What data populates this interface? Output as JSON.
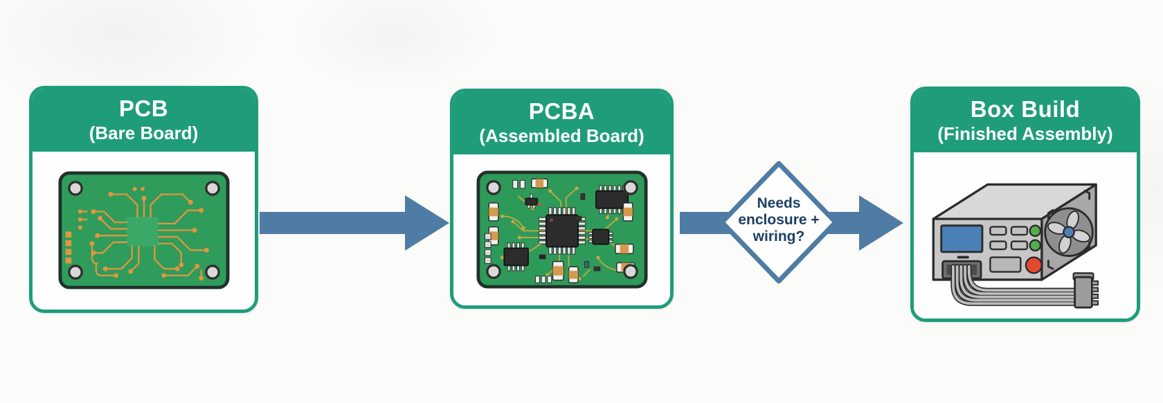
{
  "diagram": {
    "type": "process-flow",
    "colors": {
      "card_header_green": "#1f9d7b",
      "card_border_green": "#1f9d7b",
      "card_body_white": "#ffffff",
      "arrow_blue": "#4e7ca4",
      "diamond_border_blue": "#4e7ca4",
      "diamond_text_navy": "#1d3e63",
      "pcb_board_green": "#2f9c5b",
      "copper_trace_orange": "#e2953f",
      "pcba_trace_yellow": "#c9a93f",
      "enclosure_gray": "#c7c7c7",
      "screen_blue": "#4a80b6",
      "led_green": "#53ae4f",
      "button_red": "#e2492f",
      "background": "#fbfbfa"
    },
    "cards": [
      {
        "id": "pcb",
        "title": "PCB",
        "subtitle": "(Bare Board)",
        "illustration": "bare-pcb-icon"
      },
      {
        "id": "pcba",
        "title": "PCBA",
        "subtitle": "(Assembled Board)",
        "illustration": "assembled-pcba-icon"
      },
      {
        "id": "box-build",
        "title": "Box Build",
        "subtitle": "(Finished Assembly)",
        "illustration": "box-build-device-icon"
      }
    ],
    "decision": {
      "full_text": "Needs enclosure + wiring?",
      "lines": [
        "Needs",
        "enclosure +",
        "wiring?"
      ]
    },
    "arrows": [
      {
        "name": "arrow-pcb-to-pcba",
        "direction": "right"
      },
      {
        "name": "arrow-pcba-to-boxbuild",
        "direction": "right",
        "passes_through": "decision-diamond"
      }
    ]
  }
}
